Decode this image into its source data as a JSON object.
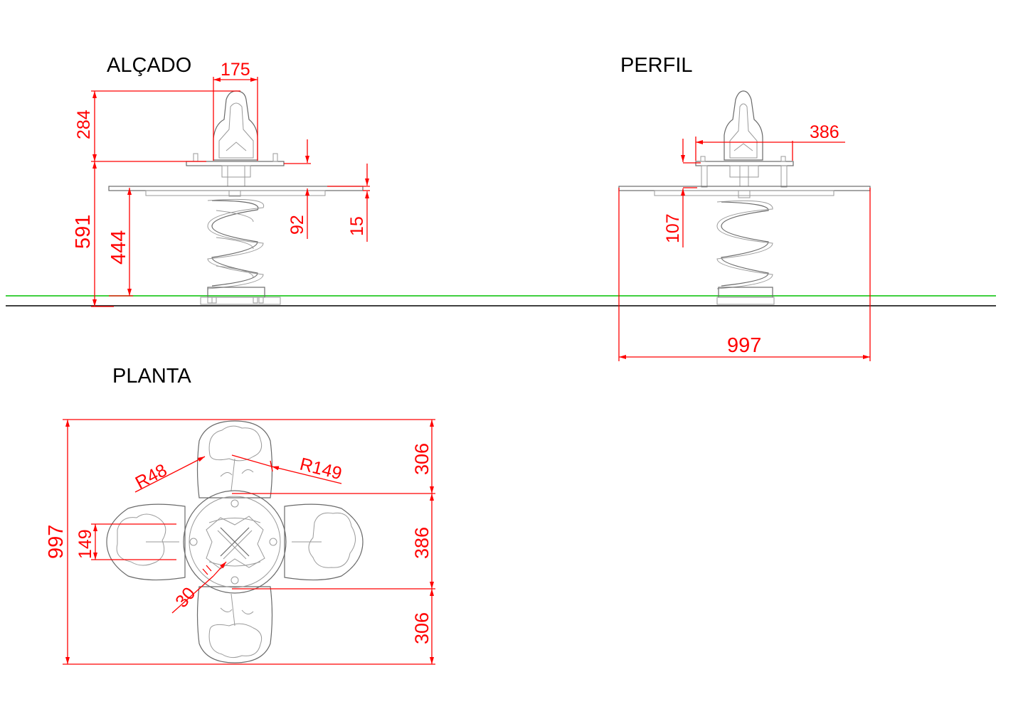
{
  "views": {
    "elevation_title": "ALÇADO",
    "profile_title": "PERFIL",
    "plan_title": "PLANTA"
  },
  "colors": {
    "dimension": "#ff0000",
    "ground_line": "#000000",
    "ground_level": "#00c000",
    "part_outline": "#9a9a9a"
  },
  "dimensions": {
    "elevation": {
      "seat_width": "175",
      "seat_height": "284",
      "total_height": "591",
      "platform_height": "444",
      "platform_offset": "92",
      "platform_thickness": "15"
    },
    "profile": {
      "seat_depth": "386",
      "height_offset": "107",
      "total_width": "997"
    },
    "plan": {
      "total_length": "997",
      "pad_width": "149",
      "radius_small": "R48",
      "radius_large": "R149",
      "top_segment": "306",
      "middle_segment": "386",
      "bottom_segment": "306",
      "spacing": "30"
    }
  }
}
